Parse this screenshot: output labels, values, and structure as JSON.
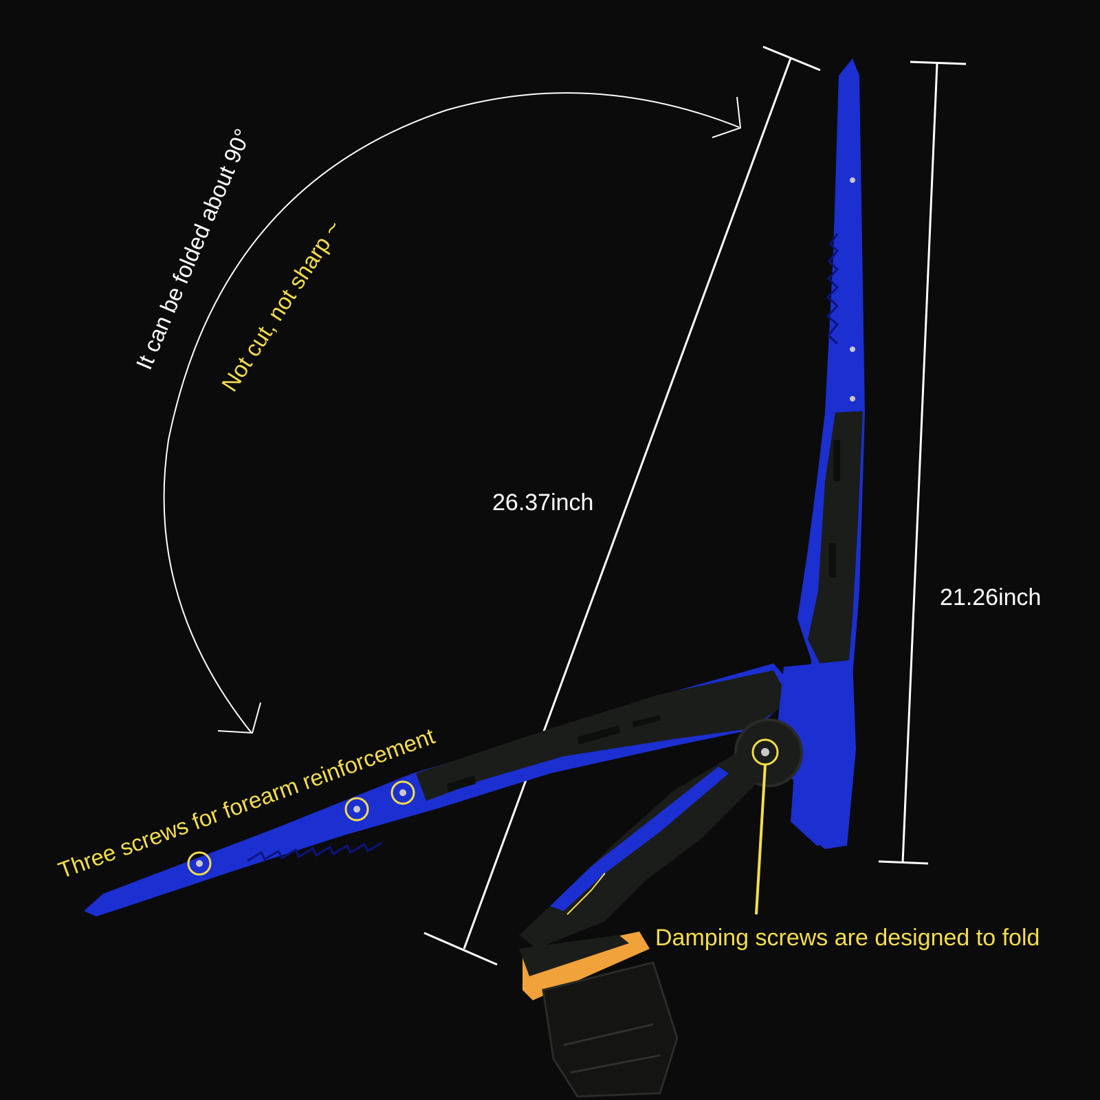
{
  "annotations": {
    "fold_angle": "It can be folded about 90°",
    "safety_note": "Not cut, not sharp ~",
    "diagonal_length": "26.37inch",
    "height": "21.26inch",
    "forearm_screws": "Three screws for forearm reinforcement",
    "damping_screws": "Damping screws are designed to fold"
  },
  "colors": {
    "background": "#0b0b0b",
    "blade_blue": "#1c2fd0",
    "frame_black": "#1b1d1a",
    "label_white": "#ffffff",
    "label_yellow": "#f5dd4b",
    "cuff_orange": "#f2a23a"
  },
  "icons": [
    "screw-icon",
    "strap-icon"
  ]
}
